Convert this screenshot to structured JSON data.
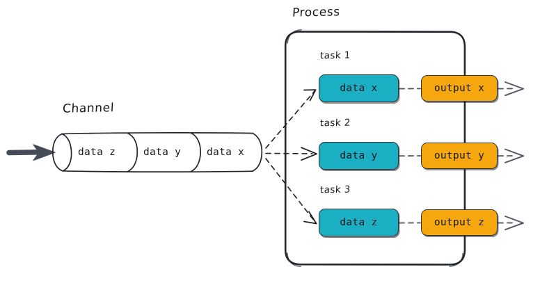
{
  "diagram": {
    "title_channel": "Channel",
    "title_process": "Process",
    "colors": {
      "teal": "#1BAFC4",
      "orange": "#F5A70D",
      "stroke": "#22262b",
      "input_arrow": "#454C58",
      "background": "#ffffff"
    },
    "channel": {
      "label": "Channel",
      "segments": [
        {
          "text": "data z"
        },
        {
          "text": "data y"
        },
        {
          "text": "data x"
        }
      ],
      "input_arrow_name": "input-arrow"
    },
    "process": {
      "label": "Process",
      "tasks": [
        {
          "task_label": "task 1",
          "input_node": "data x",
          "output_node": "output x"
        },
        {
          "task_label": "task 2",
          "input_node": "data y",
          "output_node": "output y"
        },
        {
          "task_label": "task 3",
          "input_node": "data z",
          "output_node": "output z"
        }
      ]
    }
  }
}
